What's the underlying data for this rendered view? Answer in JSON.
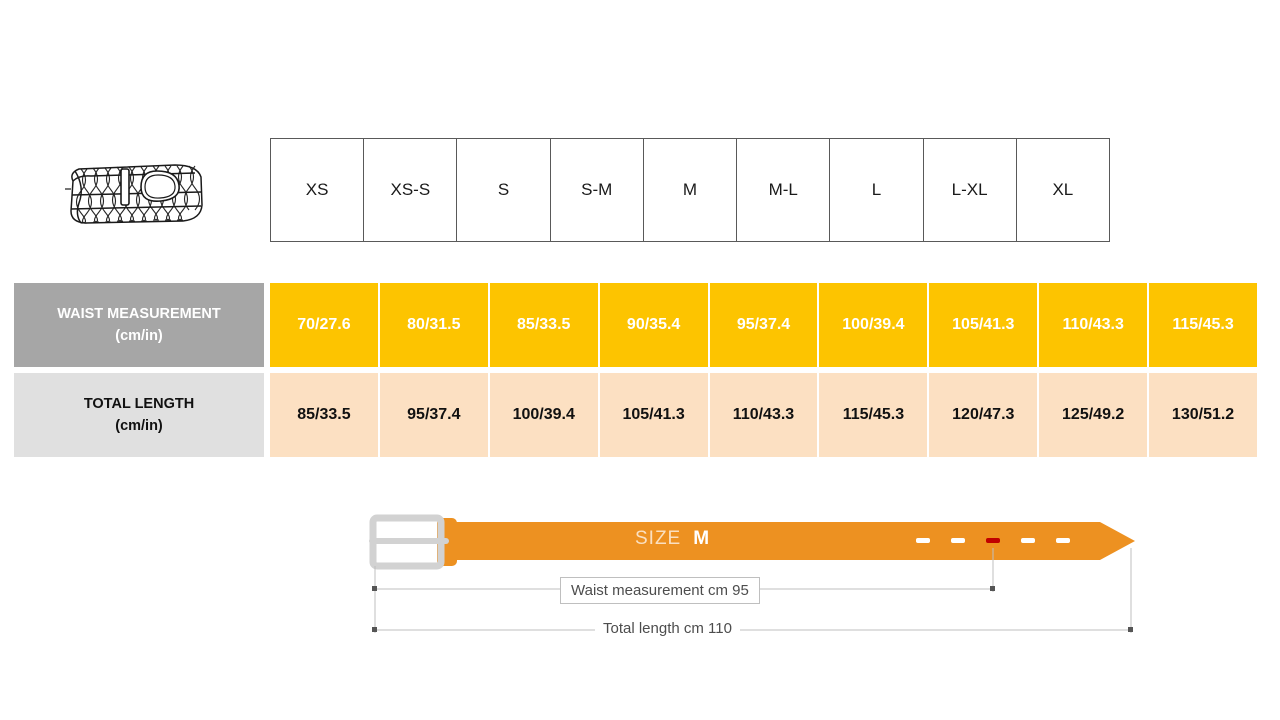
{
  "product_icon": {
    "name": "braided-belt-illustration"
  },
  "table": {
    "size_headers": [
      "XS",
      "XS-S",
      "S",
      "S-M",
      "M",
      "M-L",
      "L",
      "L-XL",
      "XL"
    ],
    "rows": [
      {
        "label_title": "WAIST MEASUREMENT",
        "label_unit": "(cm/in)",
        "values": [
          "70/27.6",
          "80/31.5",
          "85/33.5",
          "90/35.4",
          "95/37.4",
          "100/39.4",
          "105/41.3",
          "110/43.3",
          "115/45.3"
        ]
      },
      {
        "label_title": "TOTAL LENGTH",
        "label_unit": "(cm/in)",
        "values": [
          "85/33.5",
          "95/37.4",
          "100/39.4",
          "105/41.3",
          "110/43.3",
          "115/45.3",
          "120/47.3",
          "125/49.2",
          "130/51.2"
        ]
      }
    ]
  },
  "diagram": {
    "size_word": "SIZE",
    "size_value": "M",
    "waist_label": "Waist measurement cm 95",
    "total_label": "Total length cm 110",
    "hole_count": 5,
    "active_hole_index": 2
  },
  "colors": {
    "belt_orange": "#ed9121",
    "row_orange": "#fdc400",
    "row_peach": "#fce0c2",
    "label_gray": "#a6a6a6",
    "label_light_gray": "#e0e0e0",
    "active_hole_red": "#c00000",
    "buckle_silver": "#d9d9d9",
    "dimension_line": "#bfbfbf"
  }
}
